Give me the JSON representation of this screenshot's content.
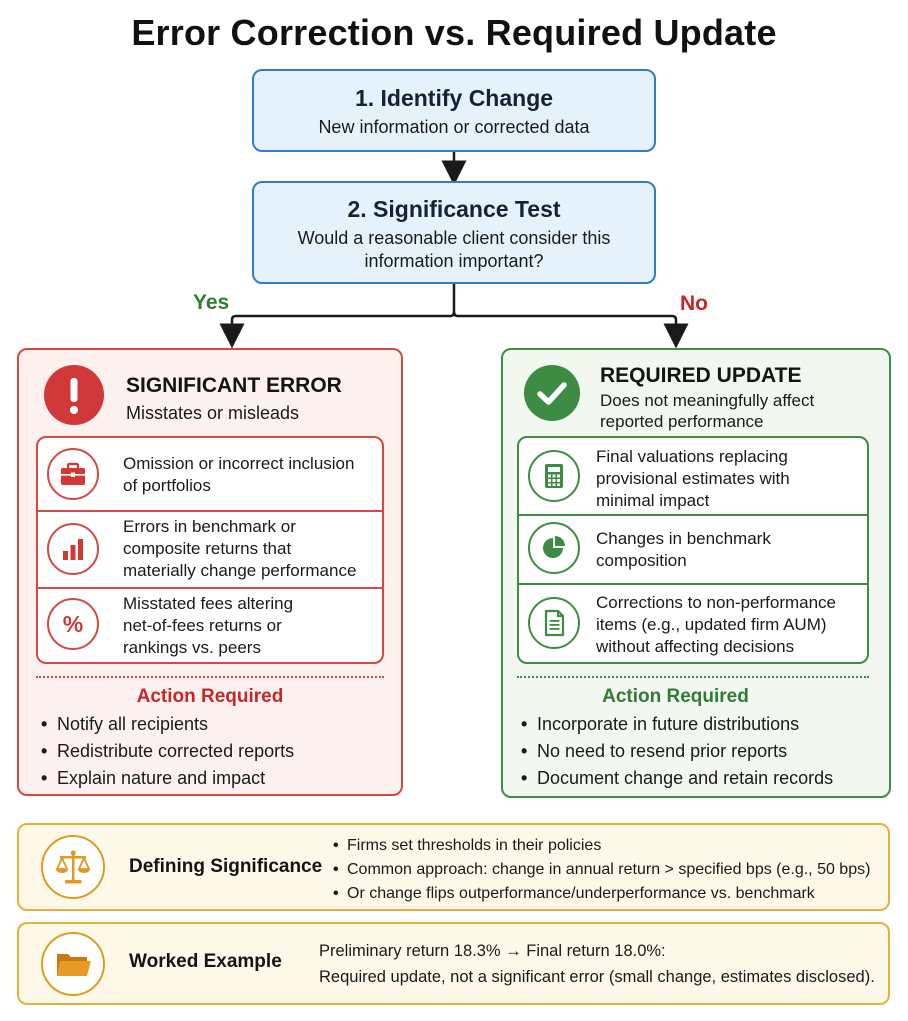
{
  "title": "Error Correction vs. Required Update",
  "step1": {
    "title": "1. Identify Change",
    "subtitle": "New information or corrected data"
  },
  "step2": {
    "title": "2. Significance Test",
    "subtitle_line1": "Would a reasonable client consider this",
    "subtitle_line2": "information important?"
  },
  "branches": {
    "yes": "Yes",
    "no": "No"
  },
  "left_panel": {
    "heading": "SIGNIFICANT ERROR",
    "subtitle": "Misstates or misleads",
    "items": [
      {
        "icon": "briefcase-icon",
        "line1": "Omission or incorrect inclusion",
        "line2": "of portfolios",
        "line3": ""
      },
      {
        "icon": "bar-chart-icon",
        "line1": "Errors in benchmark or",
        "line2": "composite returns that",
        "line3": "materially change performance"
      },
      {
        "icon": "percent-icon",
        "line1": "Misstated fees altering",
        "line2": "net-of-fees returns or",
        "line3": "rankings vs. peers"
      }
    ],
    "action_title": "Action Required",
    "actions": [
      "Notify all recipients",
      "Redistribute corrected reports",
      "Explain nature and impact"
    ]
  },
  "right_panel": {
    "heading": "REQUIRED UPDATE",
    "subtitle_line1": "Does not meaningfully affect",
    "subtitle_line2": "reported performance",
    "items": [
      {
        "icon": "calculator-icon",
        "line1": "Final valuations replacing",
        "line2": "provisional estimates with",
        "line3": "minimal impact"
      },
      {
        "icon": "pie-chart-icon",
        "line1": "Changes in benchmark",
        "line2": "composition",
        "line3": ""
      },
      {
        "icon": "document-icon",
        "line1": "Corrections to non-performance",
        "line2": "items (e.g., updated firm AUM)",
        "line3": "without affecting decisions"
      }
    ],
    "action_title": "Action Required",
    "actions": [
      "Incorporate in future distributions",
      "No need to resend prior reports",
      "Document change and retain records"
    ]
  },
  "defining": {
    "label": "Defining Significance",
    "bullets": [
      "Firms set thresholds in their policies",
      "Common approach: change in annual return > specified bps (e.g., 50 bps)",
      "Or change flips outperformance/underperformance vs. benchmark"
    ]
  },
  "example": {
    "label": "Worked Example",
    "line1": "Preliminary return 18.3% → Final return 18.0%:",
    "line2": "Required update, not a significant error (small change, estimates disclosed)."
  },
  "colors": {
    "blue": "#2f7fc8",
    "red": "#d24a45",
    "green": "#3f8d45",
    "yellow": "#e6b03a"
  }
}
